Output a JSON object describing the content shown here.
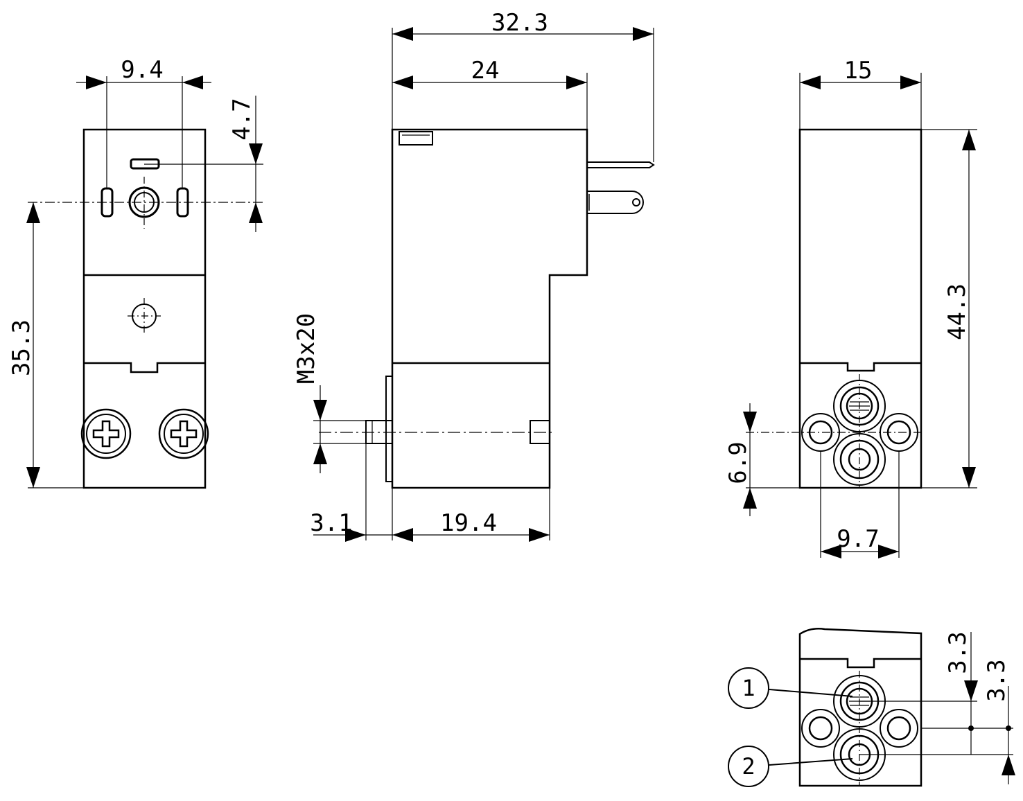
{
  "dimensions": {
    "front_pin_spacing": "9.4",
    "front_pin_offset": "4.7",
    "front_height": "35.3",
    "side_overall_length": "32.3",
    "side_body_length": "24",
    "side_screw": "M3x20",
    "side_stub": "3.1",
    "side_base_length": "19.4",
    "right_width": "15",
    "right_height": "44.3",
    "right_port_height": "6.9",
    "right_hole_spacing": "9.7",
    "port_offset_top": "3.3",
    "port_offset_bottom": "3.3"
  },
  "ports": {
    "port_1": "1",
    "port_2": "2"
  }
}
